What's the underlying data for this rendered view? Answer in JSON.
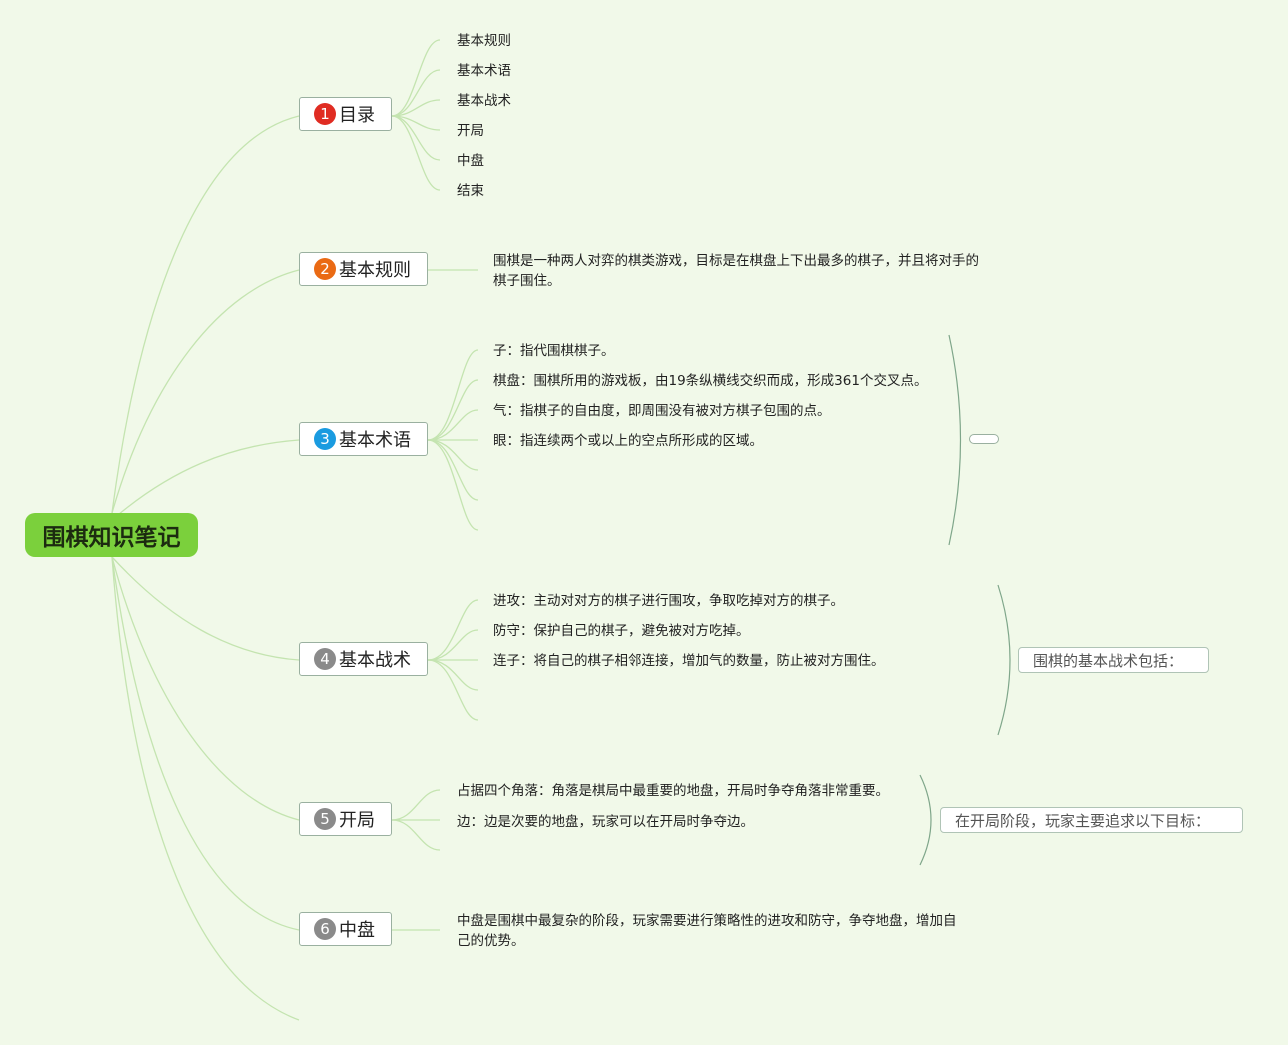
{
  "map": {
    "root": "围棋知识笔记",
    "colors": {
      "root_fill": "#7bd03c",
      "branch_line": "#c4e4b0",
      "bracket_line": "#7fa68a",
      "badge_red": "#e02c22",
      "badge_orange": "#ea6a14",
      "badge_blue": "#1a9be0",
      "badge_gray": "#8a8a8a"
    },
    "topics": [
      {
        "badge": "1",
        "label": "目录",
        "badge_color": "#e02c22",
        "items": [
          "基本规则",
          "基本术语",
          "基本战术",
          "开局",
          "中盘",
          "结束"
        ]
      },
      {
        "badge": "2",
        "label": "基本规则",
        "badge_color": "#ea6a14",
        "paragraph": "围棋是一种两人对弈的棋类游戏，目标是在棋盘上下出最多的棋子，并且将对手的棋子围住。"
      },
      {
        "badge": "3",
        "label": "基本术语",
        "badge_color": "#1a9be0",
        "items": [
          "子：指代围棋棋子。",
          "棋盘：围棋所用的游戏板，由19条纵横线交织而成，形成361个交叉点。",
          "气：指棋子的自由度，即周围没有被对方棋子包围的点。",
          "眼：指连续两个或以上的空点所形成的区域。"
        ]
      },
      {
        "badge": "4",
        "label": "基本战术",
        "badge_color": "#8a8a8a",
        "items": [
          "进攻：主动对对方的棋子进行围攻，争取吃掉对方的棋子。",
          "防守：保护自己的棋子，避免被对方吃掉。",
          "连子：将自己的棋子相邻连接，增加气的数量，防止被对方围住。"
        ],
        "summary": "围棋的基本战术包括："
      },
      {
        "badge": "5",
        "label": "开局",
        "badge_color": "#8a8a8a",
        "items": [
          "占据四个角落：角落是棋局中最重要的地盘，开局时争夺角落非常重要。",
          "边：边是次要的地盘，玩家可以在开局时争夺边。"
        ],
        "summary": "在开局阶段，玩家主要追求以下目标："
      },
      {
        "badge": "6",
        "label": "中盘",
        "badge_color": "#8a8a8a",
        "paragraph": "中盘是围棋中最复杂的阶段，玩家需要进行策略性的进攻和防守，争夺地盘，增加自己的优势。"
      }
    ]
  }
}
